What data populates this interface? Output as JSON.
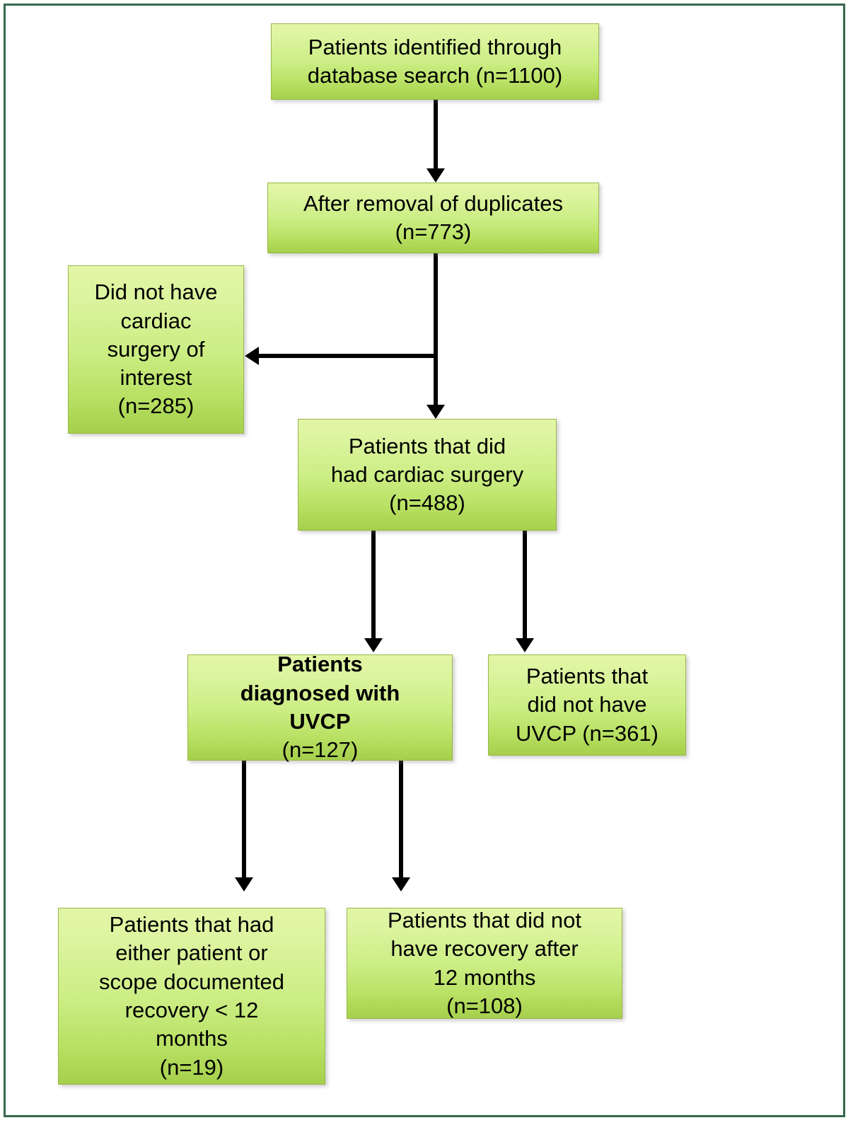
{
  "figure": {
    "type": "flowchart",
    "orientation": "top-to-bottom",
    "frame_color": "#36674f",
    "node_fill_top": "#e2f6a6",
    "node_fill_bottom": "#a5cf4c",
    "node_border_color": "#9ab84c",
    "connector_color": "#000000"
  },
  "nodes": {
    "identified": {
      "label": "Patients identified through\ndatabase search (n=1100)",
      "count": 1100,
      "bold": false
    },
    "duplicates_removed": {
      "label": "After removal of duplicates\n(n=773)",
      "count": 773,
      "bold": false
    },
    "excluded_no_surgery": {
      "label": "Did not have\ncardiac\nsurgery of\ninterest\n(n=285)",
      "count": 285,
      "bold": false
    },
    "had_surgery": {
      "label": "Patients that did\nhad cardiac surgery\n(n=488)",
      "count": 488,
      "bold": false
    },
    "uvcp_diagnosed": {
      "label": "Patients\ndiagnosed with\nUVCP",
      "count_label": "(n=127)",
      "count": 127,
      "bold": true
    },
    "no_uvcp": {
      "label": "Patients that\ndid not have\nUVCP (n=361)",
      "count": 361,
      "bold": false
    },
    "recovery_under_12": {
      "label": "Patients that had\neither patient or\nscope documented\nrecovery < 12\nmonths\n(n=19)",
      "count": 19,
      "bold": false
    },
    "no_recovery_after_12": {
      "label": "Patients that did not\nhave recovery after\n12 months\n(n=108)",
      "count": 108,
      "bold": false
    }
  },
  "edges": [
    {
      "name": "identified-to-duplicates",
      "from": "identified",
      "to": "duplicates_removed",
      "direction": "down"
    },
    {
      "name": "duplicates-to-excluded",
      "from": "duplicates_removed",
      "to": "excluded_no_surgery",
      "direction": "left"
    },
    {
      "name": "duplicates-to-had-surgery",
      "from": "duplicates_removed",
      "to": "had_surgery",
      "direction": "down"
    },
    {
      "name": "surgery-to-uvcp",
      "from": "had_surgery",
      "to": "uvcp_diagnosed",
      "direction": "down"
    },
    {
      "name": "surgery-to-no-uvcp",
      "from": "had_surgery",
      "to": "no_uvcp",
      "direction": "down"
    },
    {
      "name": "uvcp-to-recovery",
      "from": "uvcp_diagnosed",
      "to": "recovery_under_12",
      "direction": "down"
    },
    {
      "name": "uvcp-to-no-recovery",
      "from": "uvcp_diagnosed",
      "to": "no_recovery_after_12",
      "direction": "down"
    }
  ]
}
